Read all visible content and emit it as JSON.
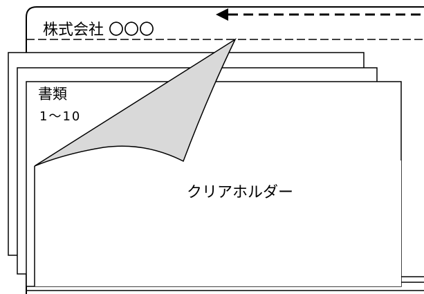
{
  "company_label": "株式会社 〇〇〇",
  "document_title": "書類",
  "document_range": "1〜10",
  "holder_label": "クリアホルダー"
}
